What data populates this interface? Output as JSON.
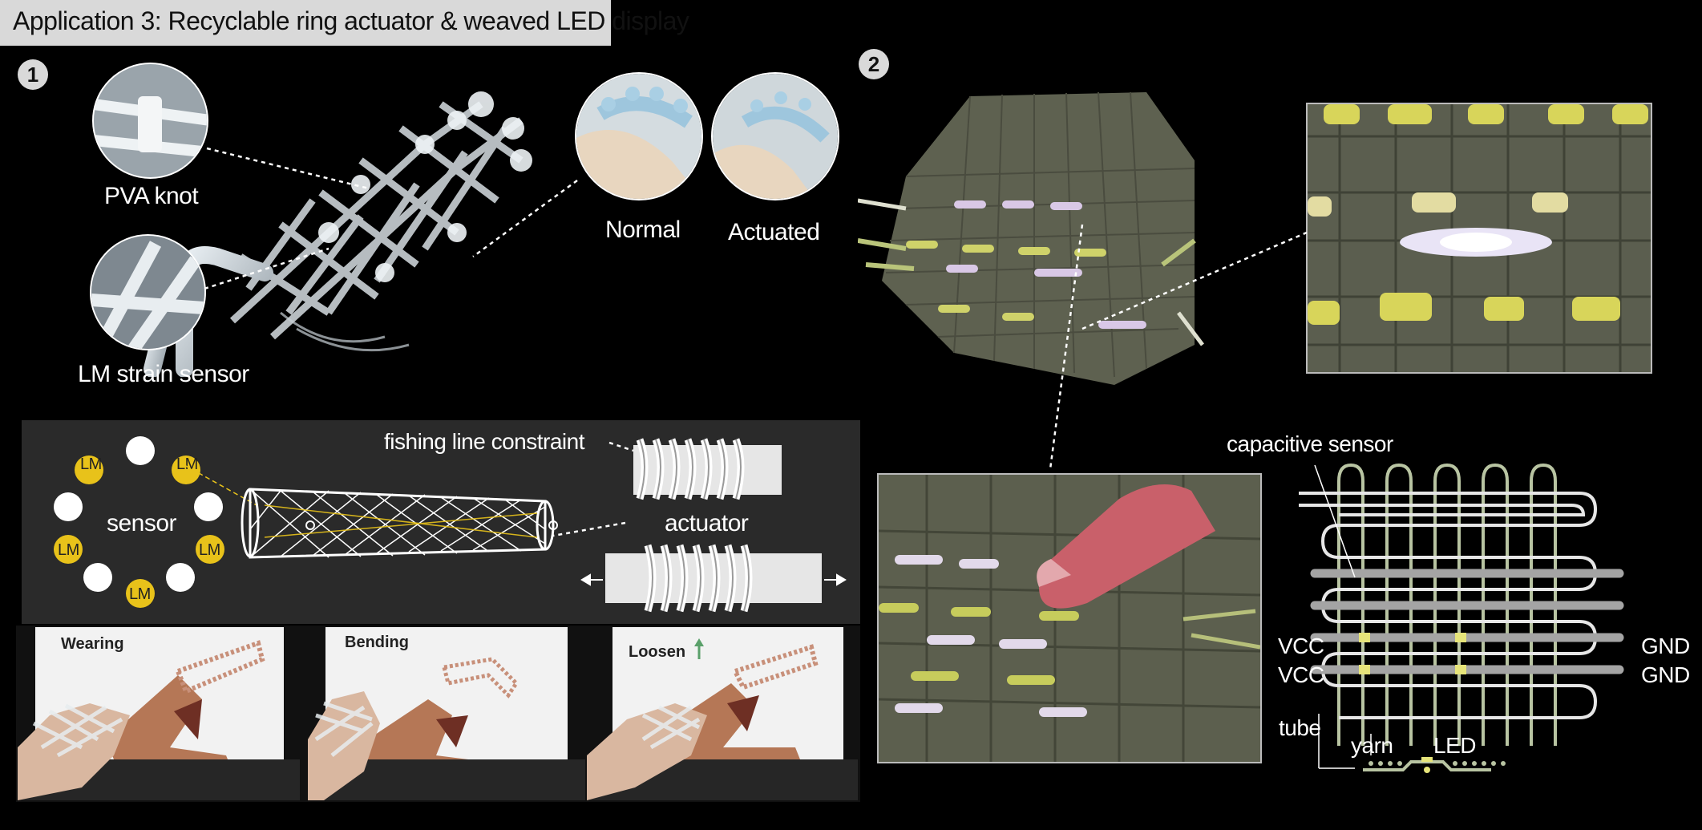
{
  "title": "Application 3: Recyclable ring actuator & weaved LED display",
  "sections": {
    "one": "1",
    "two": "2"
  },
  "panel1": {
    "pva_knot": "PVA knot",
    "lm_strain_sensor": "LM strain sensor",
    "normal": "Normal",
    "actuated": "Actuated"
  },
  "schematic": {
    "sensor": "sensor",
    "lm": "LM",
    "fishing_line": "fishing line constraint",
    "actuator": "actuator"
  },
  "frames": {
    "wearing": "Wearing",
    "bending": "Bending",
    "loosen": "Loosen"
  },
  "panel2": {
    "capacitive_sensor": "capacitive sensor",
    "vcc1": "VCC",
    "vcc2": "VCC",
    "gnd1": "GND",
    "gnd2": "GND",
    "tube": "tube",
    "yarn": "yarn",
    "led": "LED"
  },
  "colors": {
    "lm_yellow": "#e8c21a",
    "title_bg": "#d9d9d9",
    "weave_green": "#5e6150",
    "diagram_line": "#b8c4a2"
  }
}
